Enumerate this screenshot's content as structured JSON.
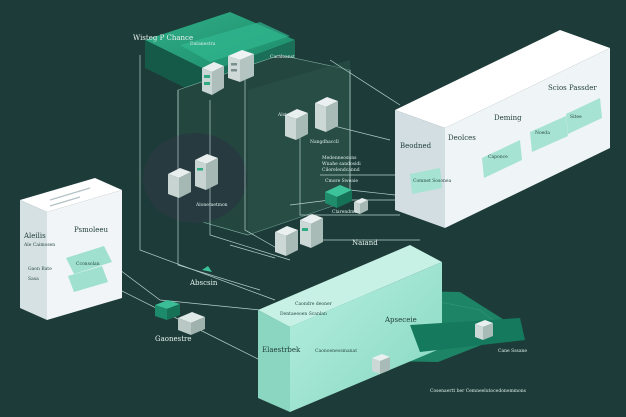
{
  "labels": {
    "top_title": "Wisteg P Chance",
    "top_panel_title": "Datanestra",
    "top_panel_sub": "Caraleanst",
    "mid_panel_label": "Alste Nen",
    "mid_panel_sub": "Nangdhaccll",
    "dark_blob_label": "Alonemetmon",
    "left_box_title": "Aleilis",
    "left_box_sub": "Ale Caimosen",
    "left_box_head": "Psmoleeu",
    "left_box_inner": "Cconsolan",
    "left_box_inner2": "Gaon Bate",
    "left_box_inner3": "Sasa",
    "right_box_title": "Scios Passder",
    "right_box_col1": "Beodned",
    "right_box_col2": "Deolces",
    "right_box_col3": "Deming",
    "right_box_chip1": "Caponce",
    "right_box_chip2": "Noeda",
    "right_box_chip3": "Sitee",
    "mid_list_1": "Medenneosuns",
    "mid_list_2": "Wnahe sandosidi",
    "mid_list_3": "Cilorelendcannd",
    "mid_list_4": "Cmore Sweaie",
    "mid_list_5": "Clarendme",
    "network_label": "Naiand",
    "abscsin_label": "Abscsin",
    "bottom_left_label": "Gaonestre",
    "big_box_title": "Elaestrbek",
    "big_box_label": "Apseceie",
    "big_box_row1": "Dentaeeoen Scanlan",
    "big_box_row2": "Caondre deoner",
    "big_box_row3": "Caonoeneosmanat",
    "bottom_right_label": "Cane Sssane",
    "bottom_caption": "Cosenaertt ber Cemneelutocedonemmons",
    "right_note": "Comnet Sosonea"
  },
  "colors": {
    "background": "#1d3c39",
    "mint": "#9ee3d1",
    "green_dark": "#17805f",
    "white_face": "#f3f6f8"
  }
}
